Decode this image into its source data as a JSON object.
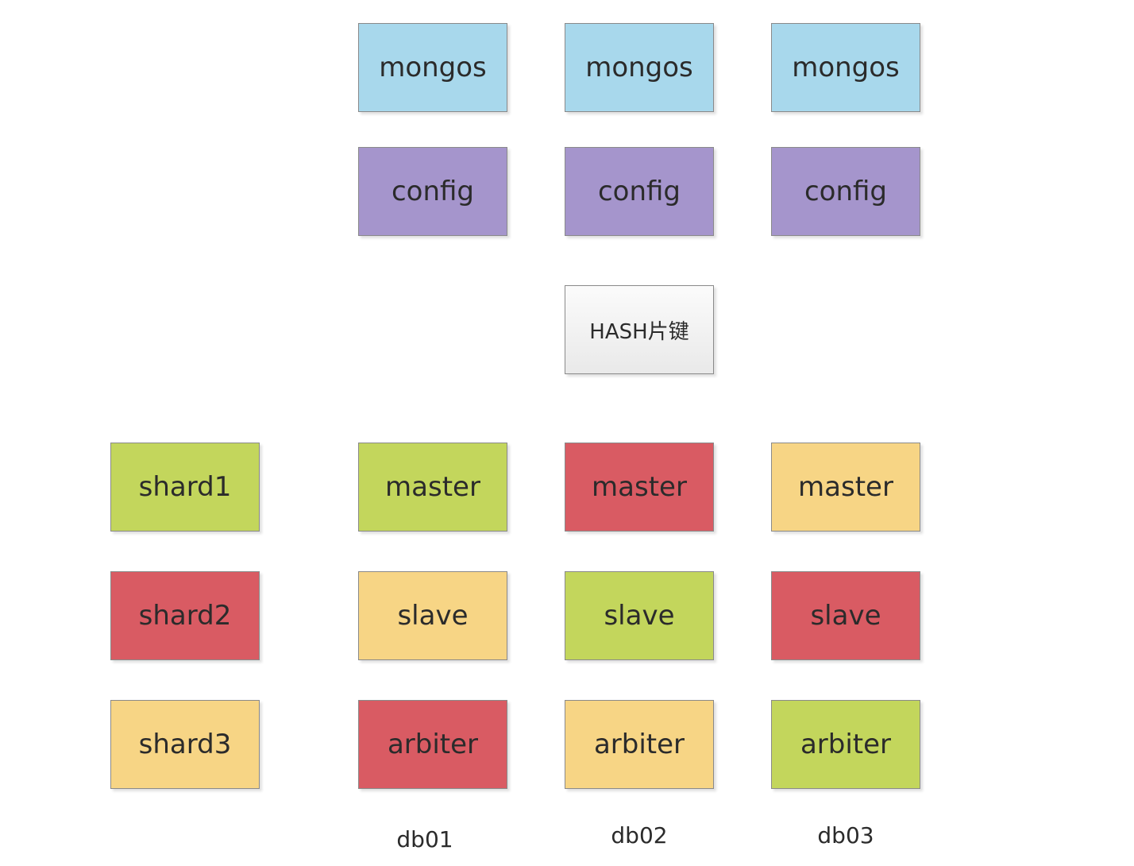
{
  "routers": {
    "mongos": [
      "mongos",
      "mongos",
      "mongos"
    ],
    "config": [
      "config",
      "config",
      "config"
    ]
  },
  "hash_key": "HASH片键",
  "shards": [
    "shard1",
    "shard2",
    "shard3"
  ],
  "db_columns": [
    {
      "name": "db01",
      "master": "master",
      "slave": "slave",
      "arbiter": "arbiter"
    },
    {
      "name": "db02",
      "master": "master",
      "slave": "slave",
      "arbiter": "arbiter"
    },
    {
      "name": "db03",
      "master": "master",
      "slave": "slave",
      "arbiter": "arbiter"
    }
  ],
  "colors": {
    "mongos": "#a8d8ec",
    "config": "#a595cc",
    "shard1": "#c3d65c",
    "shard2": "#d95b63",
    "shard3": "#f7d585"
  }
}
